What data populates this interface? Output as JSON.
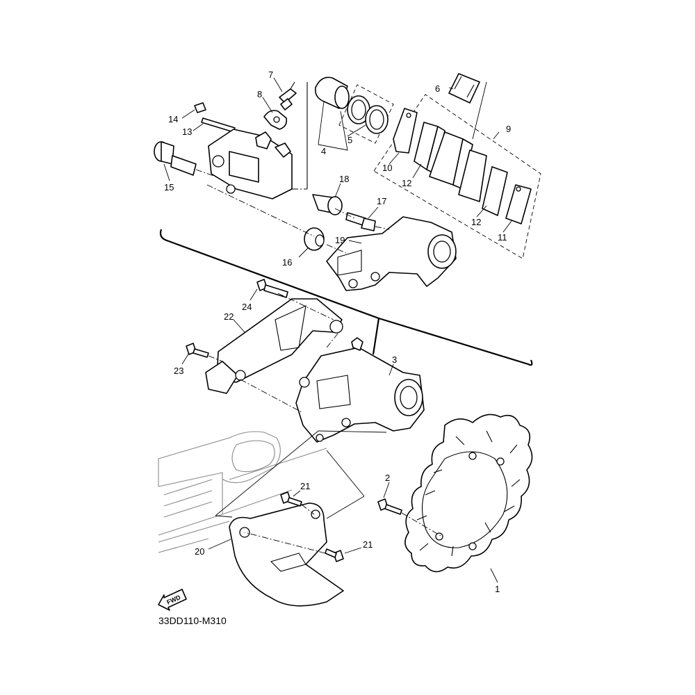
{
  "diagram": {
    "code": "33DD110-M310",
    "fwd_label": "FWD",
    "callouts": {
      "c1": "1",
      "c2": "2",
      "c3": "3",
      "c4": "4",
      "c5": "5",
      "c6": "6",
      "c7": "7",
      "c8": "8",
      "c9": "9",
      "c10": "10",
      "c11": "11",
      "c12a": "12",
      "c12b": "12",
      "c13": "13",
      "c14": "14",
      "c15": "15",
      "c16": "16",
      "c17": "17",
      "c18": "18",
      "c19": "19",
      "c20": "20",
      "c21a": "21",
      "c21b": "21",
      "c22": "22",
      "c23": "23",
      "c24": "24"
    }
  }
}
